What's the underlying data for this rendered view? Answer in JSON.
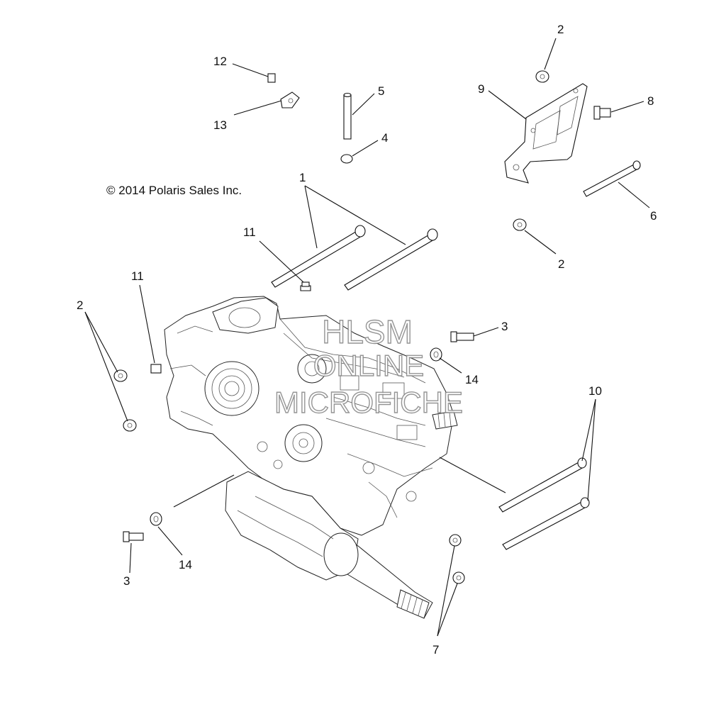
{
  "copyright": "© 2014 Polaris Sales Inc.",
  "watermark": {
    "line1": "HLSM",
    "line2": "ONLINE",
    "line3": "MICROFICHE"
  },
  "callouts": {
    "c1": "1",
    "c2a": "2",
    "c2b": "2",
    "c2c": "2",
    "c3a": "3",
    "c3b": "3",
    "c4": "4",
    "c5": "5",
    "c6": "6",
    "c7": "7",
    "c8": "8",
    "c9": "9",
    "c10": "10",
    "c11a": "11",
    "c11b": "11",
    "c12": "12",
    "c13": "13",
    "c14a": "14",
    "c14b": "14"
  }
}
